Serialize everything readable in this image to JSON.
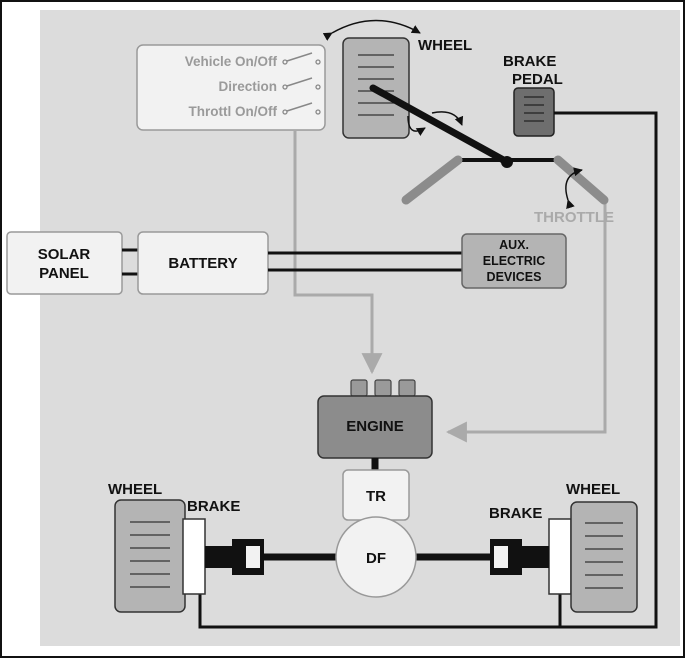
{
  "switch_panel": {
    "items": [
      {
        "label": "Vehicle On/Off"
      },
      {
        "label": "Direction"
      },
      {
        "label": "Throttl On/Off"
      }
    ]
  },
  "steering": {
    "wheel_label": "WHEEL"
  },
  "brake_pedal": {
    "label_line1": "BRAKE",
    "label_line2": "PEDAL"
  },
  "throttle": {
    "label": "THROTTLE"
  },
  "solar_panel": {
    "label_line1": "SOLAR",
    "label_line2": "PANEL"
  },
  "battery": {
    "label": "BATTERY"
  },
  "aux_devices": {
    "label_line1": "AUX.",
    "label_line2": "ELECTRIC",
    "label_line3": "DEVICES"
  },
  "engine": {
    "label": "ENGINE"
  },
  "transmission": {
    "label": "TR"
  },
  "differential": {
    "label": "DF"
  },
  "left_wheel": {
    "wheel_label": "WHEEL",
    "brake_label": "BRAKE"
  },
  "right_wheel": {
    "wheel_label": "WHEEL",
    "brake_label": "BRAKE"
  },
  "colors": {
    "background": "#dcdcdc",
    "box_fill": "#f2f2f2",
    "component_gray": "#b4b4b4",
    "engine_gray": "#8c8c8c",
    "signal_line": "#aaaaaa",
    "shaft": "#111111"
  }
}
